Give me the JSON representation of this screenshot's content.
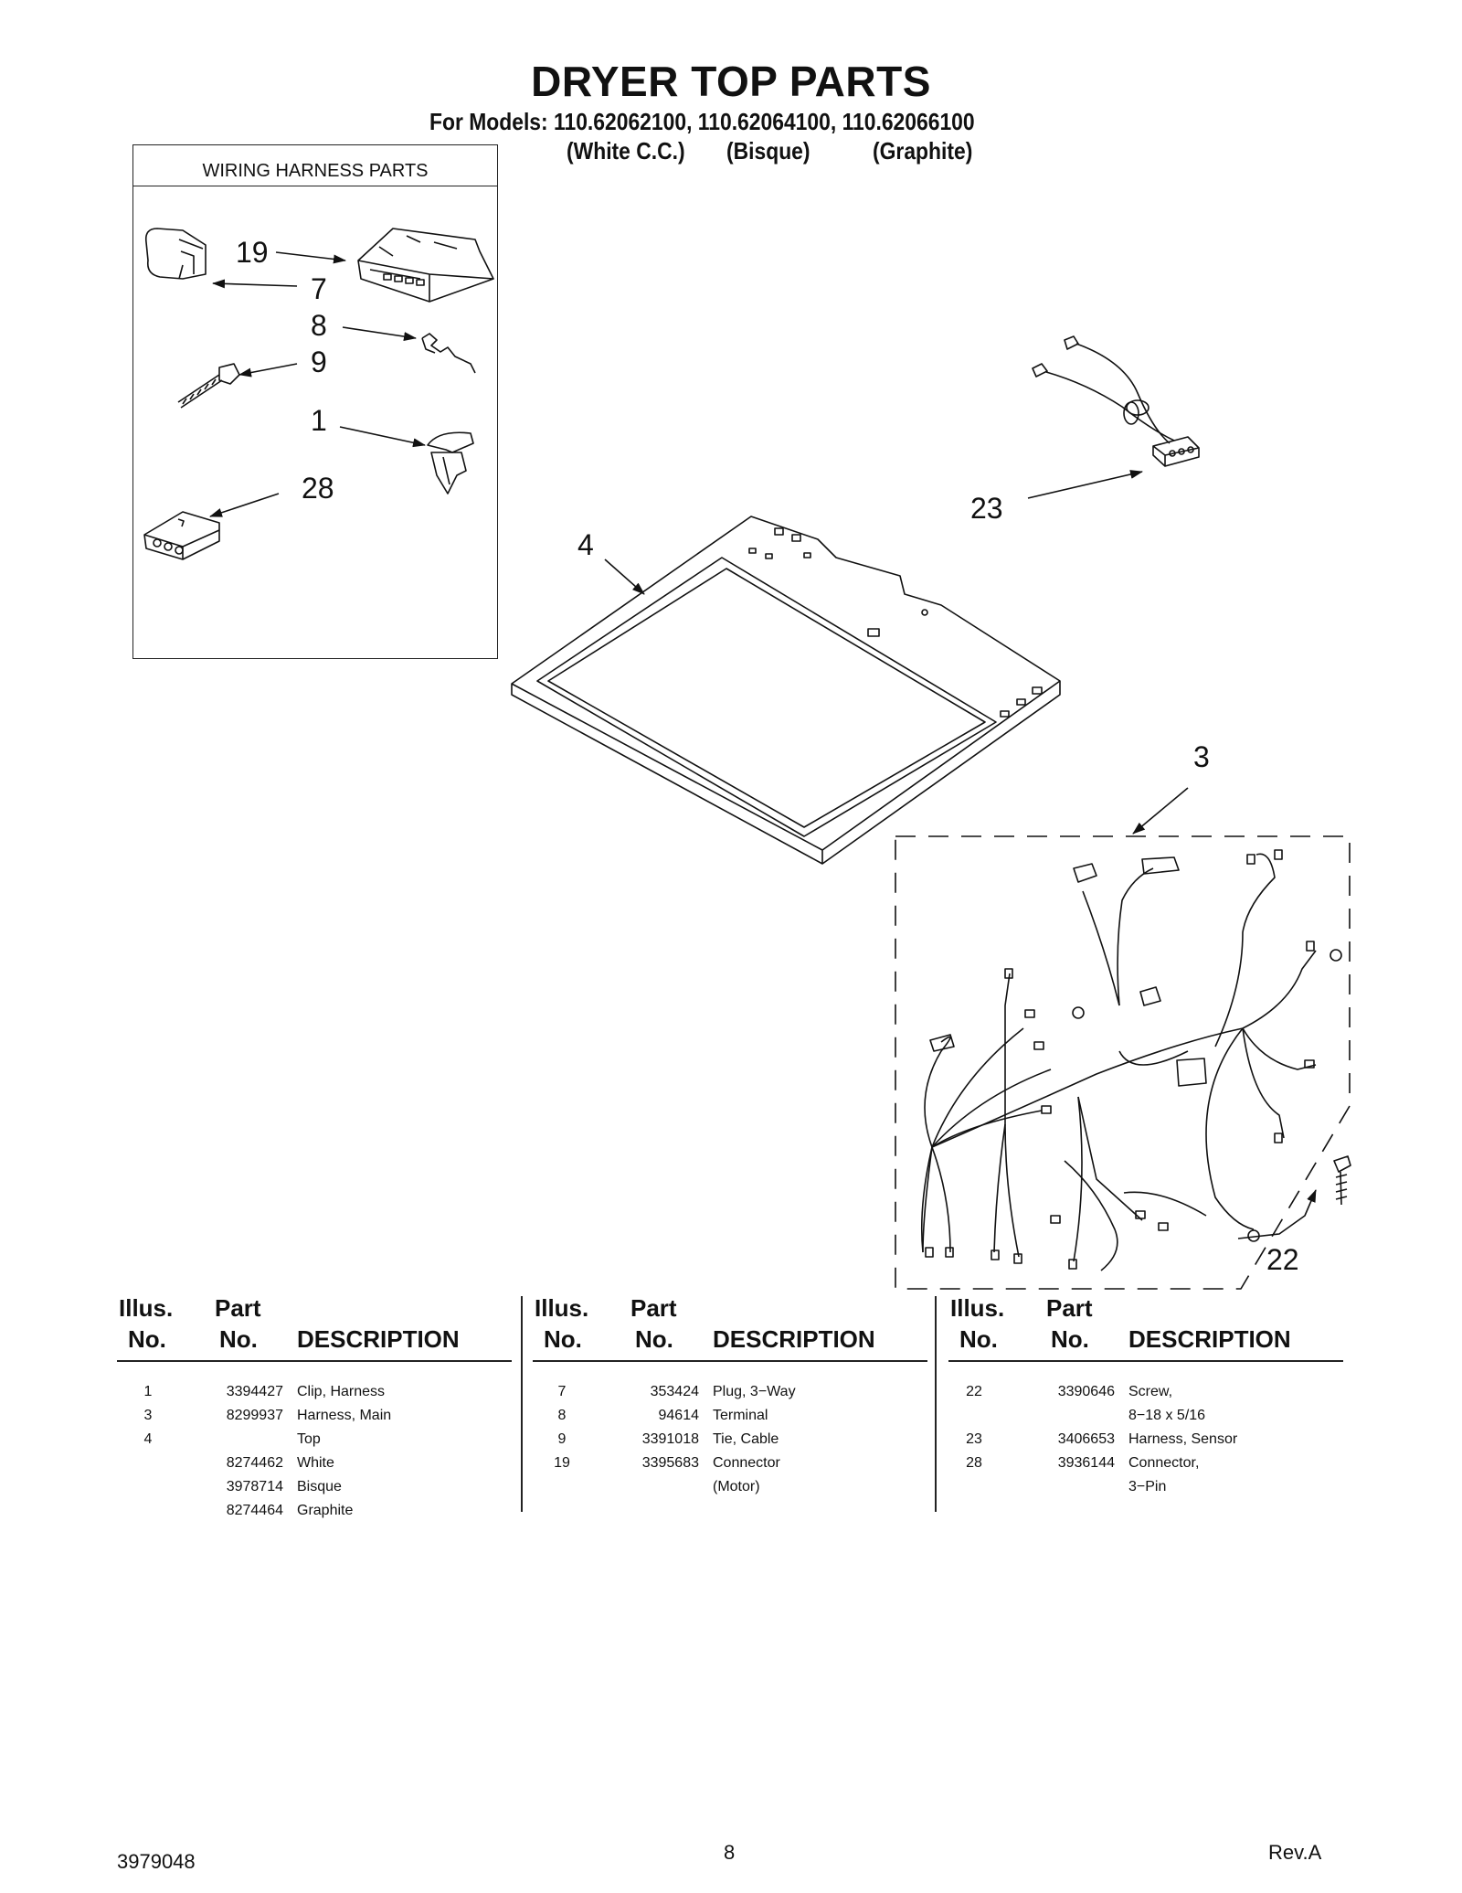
{
  "header": {
    "title": "DRYER TOP PARTS",
    "models_line": "For Models: 110.62062100, 110.62064100, 110.62066100",
    "variants": [
      "(White C.C.)",
      "(Bisque)",
      "(Graphite)"
    ]
  },
  "inset": {
    "title": "WIRING HARNESS PARTS"
  },
  "callouts": {
    "c19": "19",
    "c7": "7",
    "c8": "8",
    "c9": "9",
    "c1": "1",
    "c28": "28",
    "c4": "4",
    "c23": "23",
    "c3": "3",
    "c22": "22"
  },
  "table": {
    "headers": {
      "illus_top": "Illus.",
      "illus_bottom": "No.",
      "part_top": "Part",
      "part_bottom": "No.",
      "description": "DESCRIPTION"
    },
    "col1": {
      "illus": [
        "1",
        "3",
        "4",
        "",
        "",
        ""
      ],
      "part": [
        "3394427",
        "8299937",
        "",
        "8274462",
        "3978714",
        "8274464"
      ],
      "desc": [
        "Clip, Harness",
        "Harness, Main",
        "Top",
        "White",
        "Bisque",
        "Graphite"
      ]
    },
    "col2": {
      "illus": [
        "7",
        "8",
        "9",
        "19",
        ""
      ],
      "part": [
        "353424",
        "94614",
        "3391018",
        "3395683",
        ""
      ],
      "desc": [
        "Plug, 3−Way",
        "Terminal",
        "Tie, Cable",
        "Connector",
        "(Motor)"
      ]
    },
    "col3": {
      "illus": [
        "22",
        "",
        "23",
        "28",
        ""
      ],
      "part": [
        "3390646",
        "",
        "3406653",
        "3936144",
        ""
      ],
      "desc": [
        "Screw,",
        "8−18 x 5/16",
        "Harness, Sensor",
        "Connector,",
        "3−Pin"
      ]
    }
  },
  "footer": {
    "doc_number": "3979048",
    "page": "8",
    "revision": "Rev.A"
  }
}
